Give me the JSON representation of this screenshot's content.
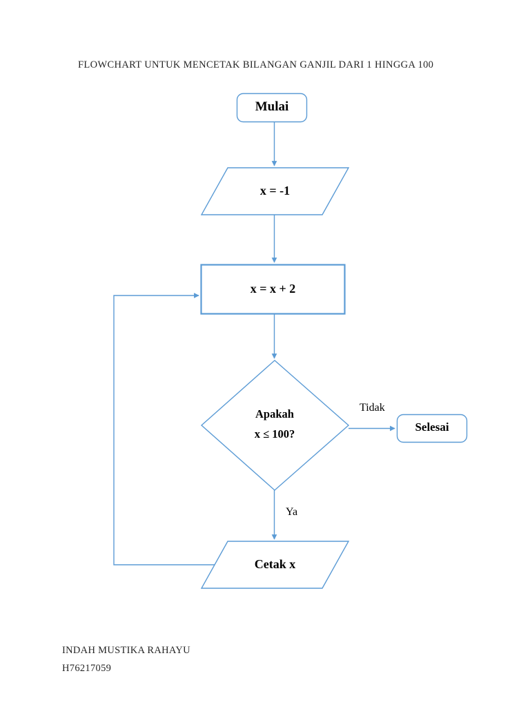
{
  "document": {
    "title": "FLOWCHART UNTUK MENCETAK BILANGAN GANJIL DARI 1 HINGGA 100",
    "background_color": "#FFFFFF",
    "stroke_color": "#5B9BD5",
    "text_color": "#000000"
  },
  "chart_data": {
    "type": "diagram",
    "diagram_kind": "flowchart",
    "title": "FLOWCHART UNTUK MENCETAK BILANGAN GANJIL DARI 1 HINGGA 100",
    "orientation": "top-to-bottom",
    "nodes": [
      {
        "id": "start",
        "shape": "terminator",
        "label": "Mulai"
      },
      {
        "id": "init",
        "shape": "parallelogram",
        "label": "x = -1"
      },
      {
        "id": "process",
        "shape": "rectangle",
        "label": "x = x + 2"
      },
      {
        "id": "decision",
        "shape": "diamond",
        "label_line1": "Apakah",
        "label_line2": "x ≤ 100?"
      },
      {
        "id": "end",
        "shape": "terminator",
        "label": "Selesai"
      },
      {
        "id": "print",
        "shape": "parallelogram",
        "label": "Cetak x"
      }
    ],
    "edges": [
      {
        "from": "start",
        "to": "init",
        "label": ""
      },
      {
        "from": "init",
        "to": "process",
        "label": ""
      },
      {
        "from": "process",
        "to": "decision",
        "label": ""
      },
      {
        "from": "decision",
        "to": "end",
        "label": "Tidak"
      },
      {
        "from": "decision",
        "to": "print",
        "label": "Ya"
      },
      {
        "from": "print",
        "to": "process",
        "label": ""
      }
    ]
  },
  "footer": {
    "name": "INDAH MUSTIKA RAHAYU",
    "id": "H76217059"
  }
}
